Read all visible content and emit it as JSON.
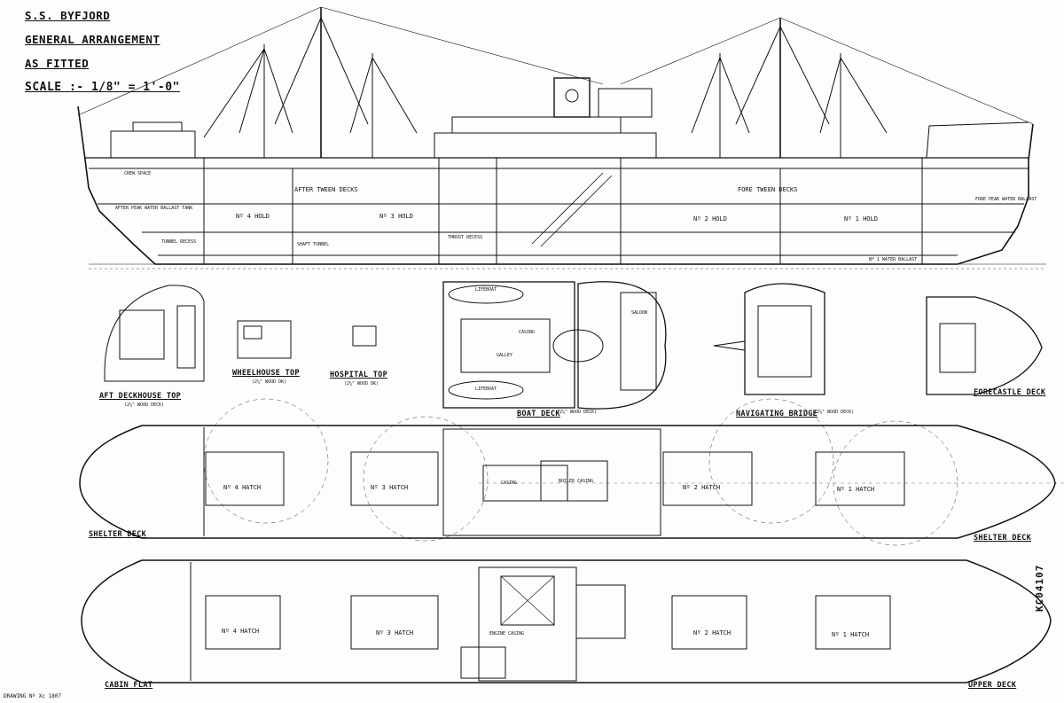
{
  "title": {
    "ship": "S.S. BYFJORD",
    "line2": "GENERAL ARRANGEMENT",
    "line3": "AS FITTED",
    "scale": "SCALE :- 1/8\" = 1'-0\""
  },
  "profile_labels": {
    "crew_space": "CREW SPACE",
    "after_tween": "AFTER TWEEN DECKS",
    "fore_tween": "FORE TWEEN DECKS",
    "hold4": "Nº 4 HOLD",
    "hold3": "Nº 3 HOLD",
    "hold2": "Nº 2 HOLD",
    "hold1": "Nº 1 HOLD",
    "tunnel_recess": "TUNNEL RECESS",
    "shaft_tunnel": "SHAFT TUNNEL",
    "thrust_recess": "THRUST RECESS",
    "fore_peak": "FORE PEAK WATER BALLAST",
    "aft_peak": "AFTER PEAK WATER BALLAST TANK",
    "water_ballast": "Nº 1 WATER BALLAST"
  },
  "views": {
    "aft_deckhouse_top": "AFT DECKHOUSE TOP",
    "aft_deckhouse_sub": "(2¼\" WOOD DECK)",
    "wheelhouse_top": "WHEELHOUSE TOP",
    "wheelhouse_sub": "(2¼\" WOOD DK)",
    "hospital_top": "HOSPITAL TOP",
    "hospital_sub": "(2¼\" WOOD DK)",
    "boat_deck": "BOAT DECK",
    "boat_deck_sub": "(2¼\" WOOD DECK)",
    "navigating_bridge": "NAVIGATING BRIDGE",
    "navigating_sub": "(2¼\" WOOD DECK)",
    "forecastle_deck": "FORECASTLE DECK",
    "shelter_deck_left": "SHELTER DECK",
    "shelter_deck_right": "SHELTER DECK",
    "cabin_flat": "CABIN FLAT",
    "upper_deck": "UPPER DECK"
  },
  "hatches": {
    "shelter_4": "Nº 4 HATCH",
    "shelter_3": "Nº 3 HATCH",
    "shelter_2": "Nº 2 HATCH",
    "shelter_1": "Nº 1 HATCH",
    "upper_4": "Nº 4 HATCH",
    "upper_3": "Nº 3 HATCH",
    "upper_2": "Nº 2 HATCH",
    "upper_1": "Nº 1 HATCH"
  },
  "boat_deck_rooms": [
    "LIFEBOAT",
    "LIFEBOAT",
    "SALOON",
    "GALLEY",
    "CASING"
  ],
  "casing_labels": [
    "CASING",
    "BOILER CASING",
    "ENGINE CASING"
  ],
  "drawing_number": "DRAWING Nº  Xc 1807",
  "side_number": "KC04107",
  "colors": {
    "ink": "#111111",
    "paper": "#fdfdfb"
  }
}
